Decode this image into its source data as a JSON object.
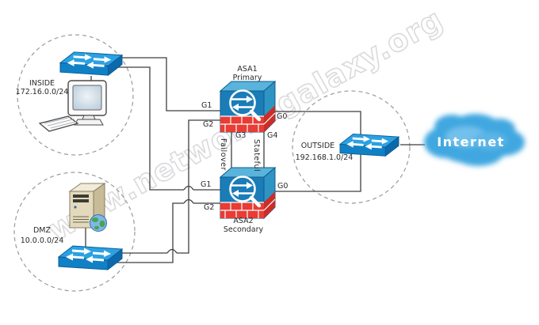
{
  "watermark": {
    "text": "www.networksgalaxy.org"
  },
  "zones": {
    "inside": {
      "label": "INSIDE",
      "subnet": "172.16.0.0/24"
    },
    "dmz": {
      "label": "DMZ",
      "subnet": "10.0.0.0/24"
    },
    "outside": {
      "label": "OUTSIDE",
      "subnet": "192.168.1.0/24"
    }
  },
  "firewalls": {
    "asa1": {
      "name": "ASA1",
      "role": "Primary",
      "ports": {
        "g0": "G0",
        "g1": "G1",
        "g2": "G2",
        "g3": "G3",
        "g4": "G4"
      }
    },
    "asa2": {
      "name": "ASA2",
      "role": "Secondary",
      "ports": {
        "g0": "G0",
        "g1": "G1",
        "g2": "G2"
      }
    }
  },
  "links": {
    "failover": "Failover",
    "stateful": "Stateful"
  },
  "internet": {
    "label": "Internet"
  },
  "colors": {
    "switch_top": "#2ba1e2",
    "switch_front": "#1181c6",
    "switch_side": "#0c69ab",
    "asa_top": "#5ab3da",
    "asa_front": "#1a7db8",
    "asa_side": "#2e94c4",
    "brick_red": "#e83c34",
    "brick_red_dark": "#cc2d26",
    "cloud_blue": "#41a7e0",
    "line_gray": "#3f3f3f",
    "dash_gray": "#9a9a9a"
  }
}
